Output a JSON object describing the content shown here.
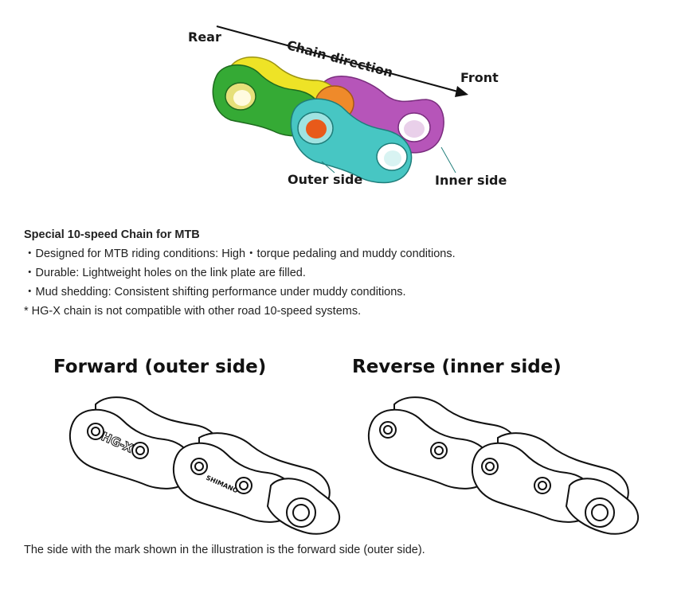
{
  "diagram": {
    "rear": "Rear",
    "chain_direction": "Chain direction",
    "front": "Front",
    "outer_side": "Outer side",
    "inner_side": "Inner side"
  },
  "spec": {
    "title": "Special 10-speed Chain for MTB",
    "lines": [
      "・Designed for MTB riding conditions: High・torque pedaling and muddy conditions.",
      "・Durable: Lightweight holes on the link plate are filled.",
      "・Mud shedding: Consistent shifting performance under muddy conditions.",
      "* HG-X chain is not compatible with other road 10-speed systems."
    ]
  },
  "orientation": {
    "forward_title": "Forward (outer side)",
    "reverse_title": "Reverse (inner side)",
    "mark_hgx": "HG-X",
    "mark_shimano": "SHIMANO"
  },
  "footer": "The side with the mark shown in the illustration is the forward side (outer side).",
  "colors": {
    "yellow_plate": "#f2ea2a",
    "green_plate": "#3cb13c",
    "purple_plate": "#c86ccc",
    "cyan_plate": "#49c7c4",
    "orange_roller": "#f08a2a"
  }
}
